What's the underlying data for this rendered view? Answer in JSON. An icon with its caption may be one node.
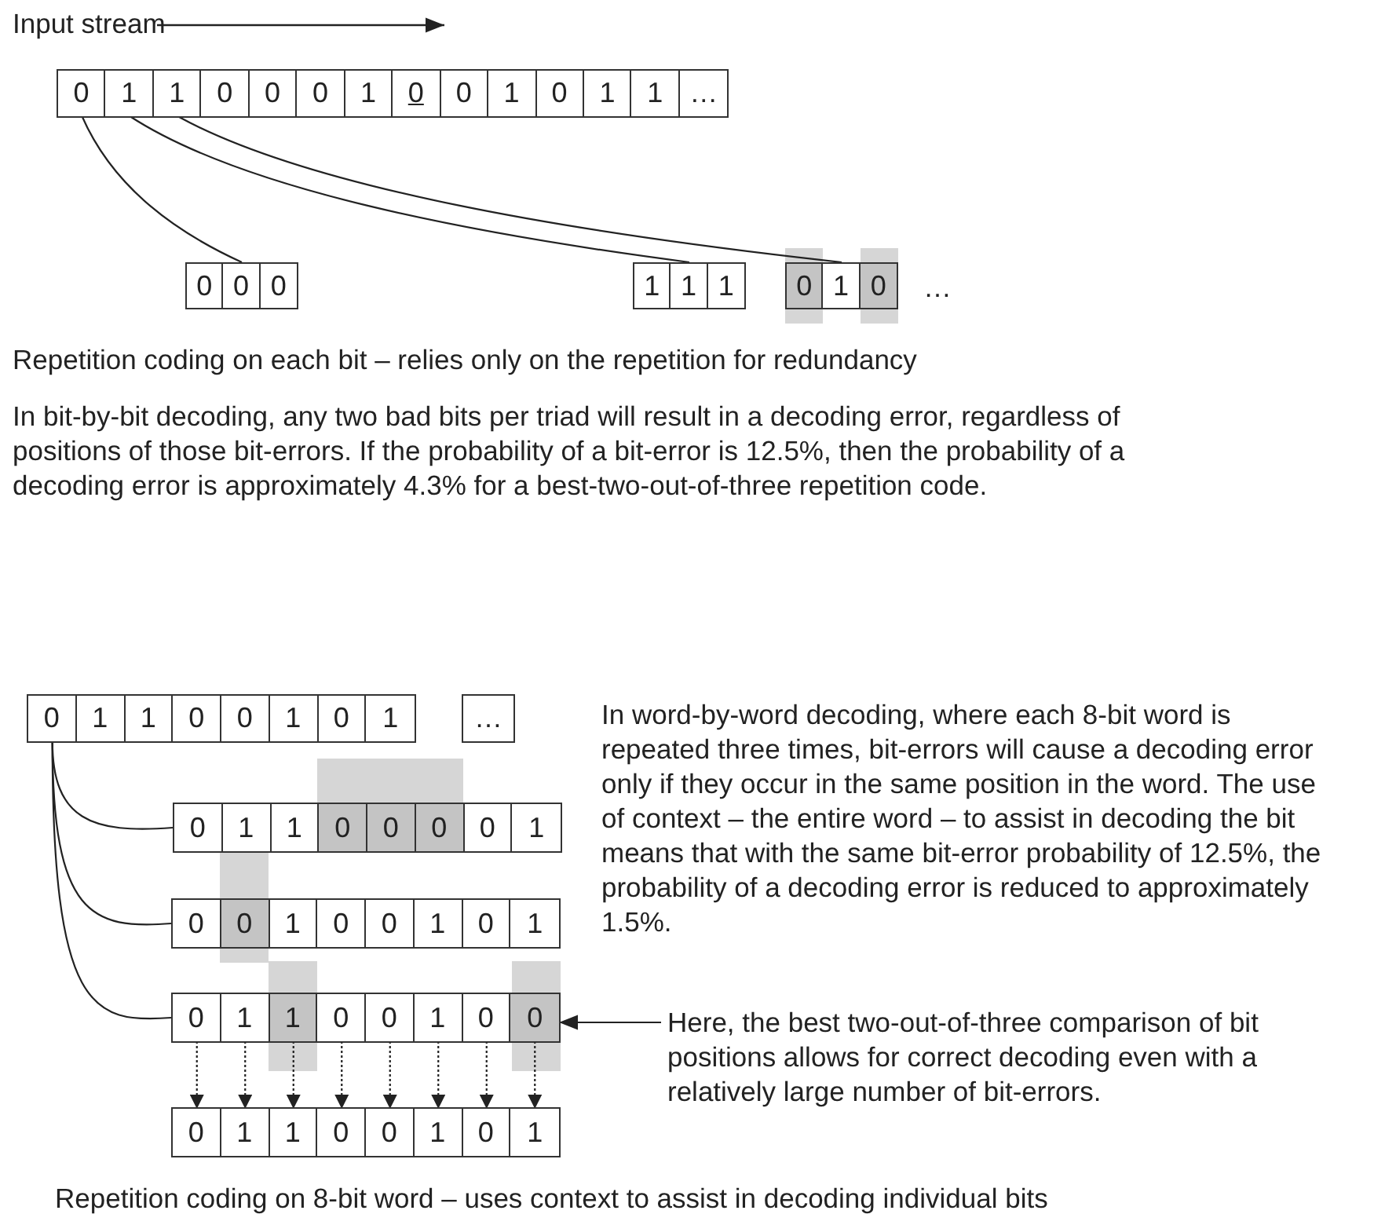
{
  "diagram": {
    "nodes": [
      {
        "text": [],
        "shape": "box"
      },
      {
        "text": [
          "0"
        ],
        "in": 0
      },
      {
        "text": [
          "1"
        ],
        "in": 0
      },
      {
        "text": [
          "1"
        ],
        "in": 0
      },
      {
        "text": [
          "0"
        ],
        "in": 0
      },
      {
        "text": [
          "0"
        ],
        "in": 0
      },
      {
        "text": [
          "0"
        ],
        "in": 0
      },
      {
        "text": [
          "1"
        ],
        "in": 0
      },
      {
        "text": [
          "0"
        ],
        "in": 0
      },
      {
        "text": [
          "0"
        ],
        "in": 0
      },
      {
        "text": [
          "1"
        ],
        "in": 0
      },
      {
        "text": [
          "0"
        ],
        "in": 0
      },
      {
        "text": [
          "1"
        ],
        "in": 0
      },
      {
        "text": [
          "1"
        ],
        "in": 0
      },
      {
        "text": [
          "…"
        ],
        "in": 0
      },
      {
        "text": [],
        "shape": "box"
      },
      {
        "text": [
          "0"
        ],
        "in": 15
      },
      {
        "text": [
          "0"
        ],
        "in": 15
      },
      {
        "text": [
          "0"
        ],
        "in": 15
      },
      {
        "text": [],
        "shape": "box"
      },
      {
        "text": [
          "1"
        ],
        "in": 19
      },
      {
        "text": [
          "1"
        ],
        "in": 19
      },
      {
        "text": [
          "1"
        ],
        "in": 19
      },
      {
        "text": [],
        "shape": "box"
      },
      {
        "text": [
          "0"
        ],
        "in": 23
      },
      {
        "text": [
          "1"
        ],
        "in": 23
      },
      {
        "text": [
          "0"
        ],
        "in": 23
      },
      {
        "text": [],
        "shape": "box"
      },
      {
        "text": [
          "0"
        ],
        "in": 27
      },
      {
        "text": [
          "1"
        ],
        "in": 27
      },
      {
        "text": [
          "1"
        ],
        "in": 27
      },
      {
        "text": [
          "0"
        ],
        "in": 27
      },
      {
        "text": [
          "0"
        ],
        "in": 27
      },
      {
        "text": [
          "1"
        ],
        "in": 27
      },
      {
        "text": [
          "0"
        ],
        "in": 27
      },
      {
        "text": [
          "1"
        ],
        "in": 27
      },
      {
        "text": [
          "…"
        ]
      },
      {
        "text": [],
        "shape": "box"
      },
      {
        "text": [
          "0"
        ],
        "in": 37
      },
      {
        "text": [
          "1"
        ],
        "in": 37
      },
      {
        "text": [
          "1"
        ],
        "in": 37
      },
      {
        "text": [
          "0"
        ],
        "in": 37
      },
      {
        "text": [
          "0"
        ],
        "in": 37
      },
      {
        "text": [
          "0"
        ],
        "in": 37
      },
      {
        "text": [
          "0"
        ],
        "in": 37
      },
      {
        "text": [
          "1"
        ],
        "in": 37
      },
      {
        "text": [],
        "shape": "box"
      },
      {
        "text": [
          "0"
        ],
        "in": 46
      },
      {
        "text": [
          "0"
        ],
        "in": 46
      },
      {
        "text": [
          "1"
        ],
        "in": 46
      },
      {
        "text": [
          "0"
        ],
        "in": 46
      },
      {
        "text": [
          "0"
        ],
        "in": 46
      },
      {
        "text": [
          "1"
        ],
        "in": 46
      },
      {
        "text": [
          "0"
        ],
        "in": 46
      },
      {
        "text": [
          "1"
        ],
        "in": 46
      },
      {
        "text": [],
        "shape": "box"
      },
      {
        "text": [
          "0"
        ],
        "in": 55
      },
      {
        "text": [
          "1"
        ],
        "in": 55
      },
      {
        "text": [
          "1"
        ],
        "in": 55
      },
      {
        "text": [
          "0"
        ],
        "in": 55
      },
      {
        "text": [
          "0"
        ],
        "in": 55
      },
      {
        "text": [
          "1"
        ],
        "in": 55
      },
      {
        "text": [
          "0"
        ],
        "in": 55
      },
      {
        "text": [
          "0"
        ],
        "in": 55
      },
      {
        "text": [],
        "shape": "box"
      },
      {
        "text": [
          "0"
        ],
        "in": 64
      },
      {
        "text": [
          "1"
        ],
        "in": 64
      },
      {
        "text": [
          "1"
        ],
        "in": 64
      },
      {
        "text": [
          "0"
        ],
        "in": 64
      },
      {
        "text": [
          "0"
        ],
        "in": 64
      },
      {
        "text": [
          "1"
        ],
        "in": 64
      },
      {
        "text": [
          "0"
        ],
        "in": 64
      },
      {
        "text": [
          "1"
        ],
        "in": 64
      },
      {
        "text": [
          "Here, the best two-out-of-three comparison of bit positions allows for correct decoding even with a relatively large number of bit-errors."
        ]
      }
    ],
    "edges": [
      {
        "from": 1,
        "to": 15,
        "arrow": "none"
      },
      {
        "from": 2,
        "to": 19,
        "arrow": "none"
      },
      {
        "from": 3,
        "to": 23,
        "arrow": "none"
      },
      {
        "from": 28,
        "to": 37,
        "arrow": "none"
      },
      {
        "from": 28,
        "to": 46,
        "arrow": "none"
      },
      {
        "from": 28,
        "to": 55,
        "arrow": "none"
      },
      {
        "from": 56,
        "to": 65,
        "arrow": "to",
        "style": "dashed"
      },
      {
        "from": 57,
        "to": 66,
        "arrow": "to",
        "style": "dashed"
      },
      {
        "from": 58,
        "to": 67,
        "arrow": "to",
        "style": "dashed"
      },
      {
        "from": 59,
        "to": 68,
        "arrow": "to",
        "style": "dashed"
      },
      {
        "from": 60,
        "to": 69,
        "arrow": "to",
        "style": "dashed"
      },
      {
        "from": 61,
        "to": 70,
        "arrow": "to",
        "style": "dashed"
      },
      {
        "from": 62,
        "to": 71,
        "arrow": "to",
        "style": "dashed"
      },
      {
        "from": 63,
        "to": 72,
        "arrow": "to",
        "style": "dashed"
      },
      {
        "from": 73,
        "to": 63,
        "arrow": "to"
      }
    ],
    "labels": [
      "Input stream",
      "…",
      "Repetition coding on each bit – relies only on the repetition for redundancy",
      "In bit-by-bit decoding, any two bad bits per triad will result in a decoding error, regardless of positions of those bit-errors. If the probability of a bit-error is 12.5%, then the probability of a decoding error is approximately 4.3% for a best-two-out-of-three repetition code.",
      "In word-by-word decoding, where each 8-bit word is repeated three times, bit-errors will cause a decoding error only if they occur in the same position in the word. The use of context – the entire word – to assist in decoding the bit means that with the same bit-error probability of 12.5%, the probability of a decoding error is reduced to approximately 1.5%.",
      "Repetition coding on 8-bit word – uses context to assist in decoding individual bits"
    ]
  }
}
